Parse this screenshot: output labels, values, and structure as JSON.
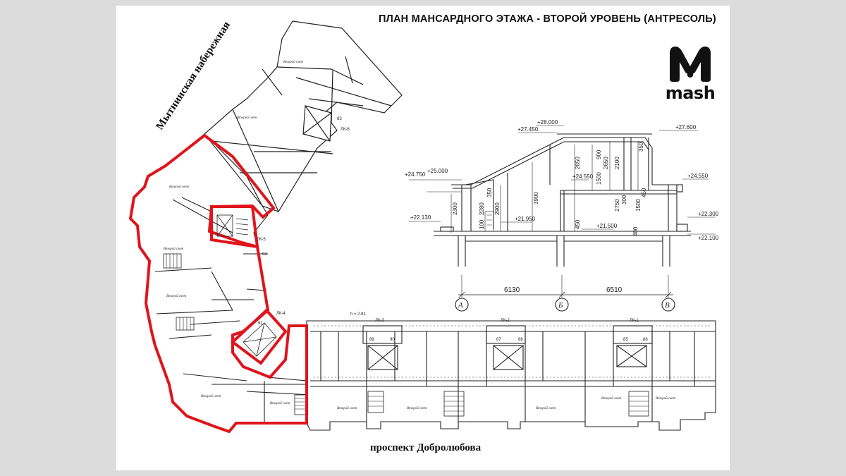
{
  "title": "ПЛАН МАНСАРДНОГО ЭТАЖА - ВТОРОЙ УРОВЕНЬ (АНТРЕСОЛЬ)",
  "brand": {
    "name": "mash",
    "icon": "mash-logo-icon"
  },
  "streets": {
    "north_west": "Мытнинская набережная",
    "south": "проспект Добролюбова"
  },
  "section": {
    "elevations": [
      "+28.000",
      "+27.450",
      "+27.600",
      "+24.750",
      "+25.000",
      "+24.550",
      "+24.550",
      "+22.130",
      "+22.300",
      "+22.100",
      "+21.950",
      "+21.500"
    ],
    "dimensions": [
      "2850",
      "900",
      "2650",
      "2100",
      "350",
      "1500",
      "2300",
      "2280",
      "2900",
      "3900",
      "350",
      "100",
      "2750",
      "300",
      "1500",
      "450",
      "400",
      "450"
    ],
    "spans": [
      "6130",
      "6510"
    ],
    "axes": [
      "А",
      "Б",
      "В"
    ]
  },
  "plan": {
    "stairs": [
      "ЛК-6",
      "ЛК-5",
      "ЛК-4",
      "ЛК-3",
      "ЛК-2",
      "ЛК-1"
    ],
    "room_label": "Второй свет",
    "room_numbers": [
      "93",
      "92",
      "91",
      "89",
      "90",
      "87",
      "88",
      "85",
      "86"
    ],
    "height_note": "h = 2.81"
  },
  "colors": {
    "highlight": "#e0141b",
    "line": "#222222",
    "backdrop": "#dcdcdc"
  }
}
